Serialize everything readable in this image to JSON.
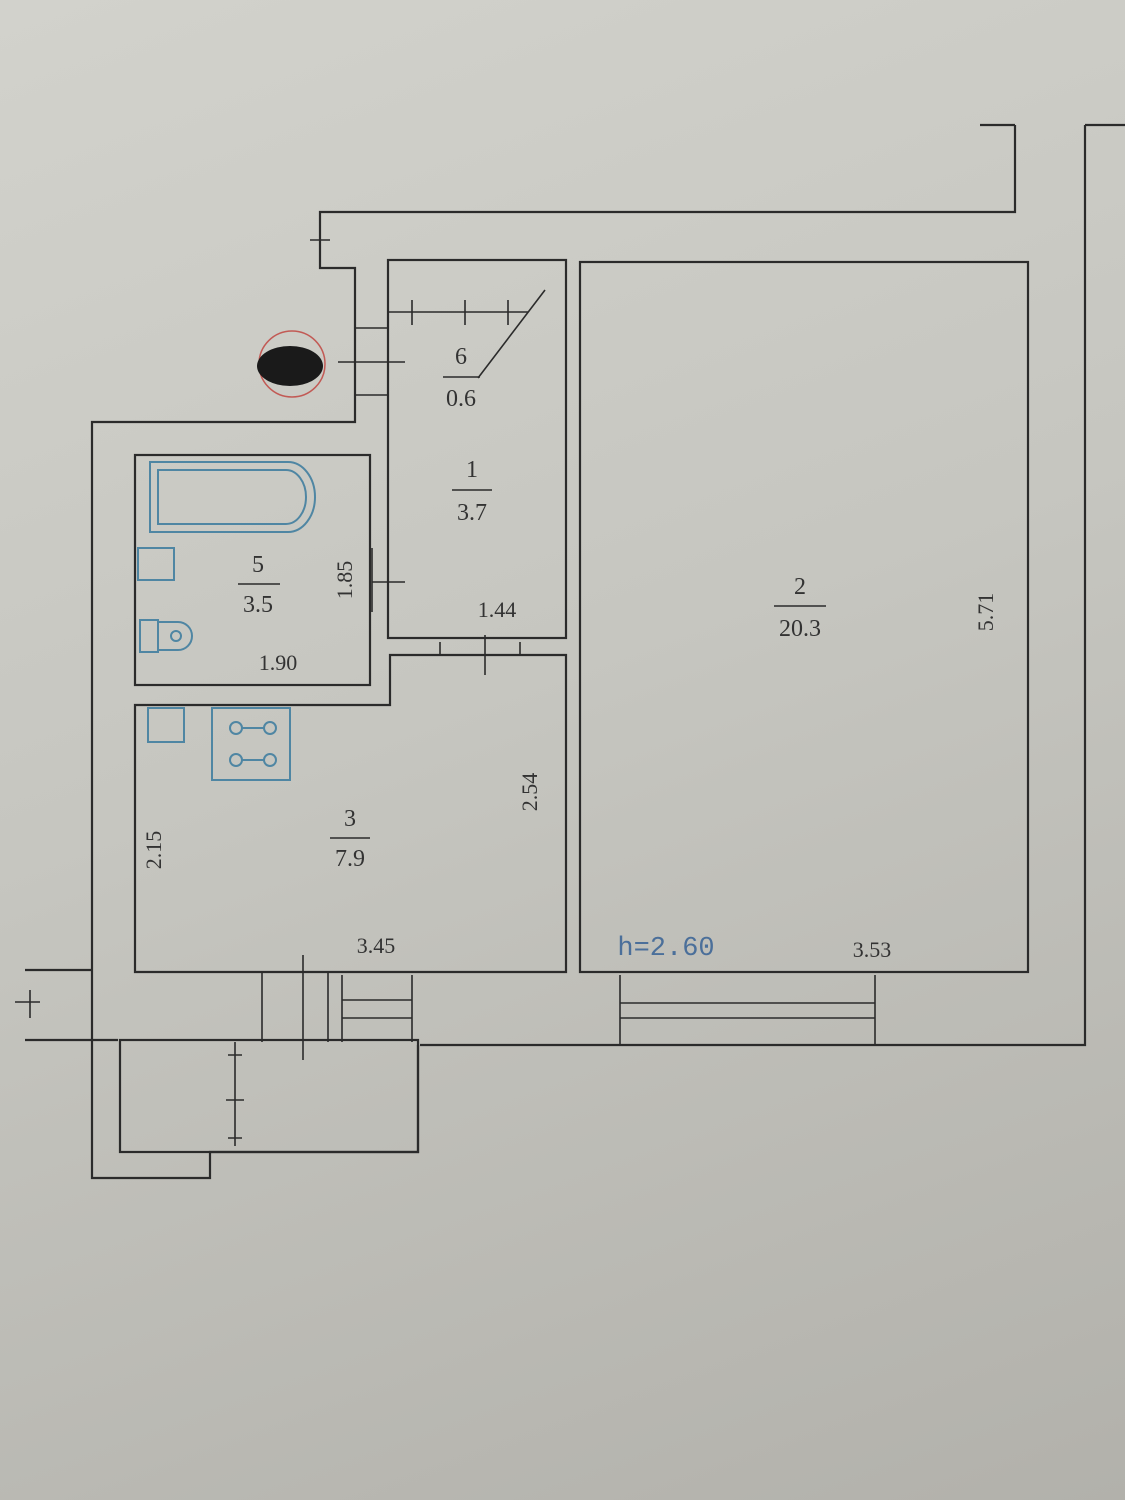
{
  "rooms": [
    {
      "number": "6",
      "area": "0.6"
    },
    {
      "number": "1",
      "area": "3.7"
    },
    {
      "number": "5",
      "area": "3.5"
    },
    {
      "number": "2",
      "area": "20.3"
    },
    {
      "number": "3",
      "area": "7.9"
    }
  ],
  "dimensions": {
    "bath_height": "1.85",
    "bath_width": "1.90",
    "hall_width": "1.44",
    "living_length": "5.71",
    "kitchen_length": "2.54",
    "kitchen_width_side": "2.15",
    "kitchen_width": "3.45",
    "living_width": "3.53"
  },
  "ceiling_height": "h=2.60",
  "colors": {
    "walls": "#2b2b2b",
    "fixtures": "#4f86a3",
    "height_label": "#4b6f9a"
  }
}
